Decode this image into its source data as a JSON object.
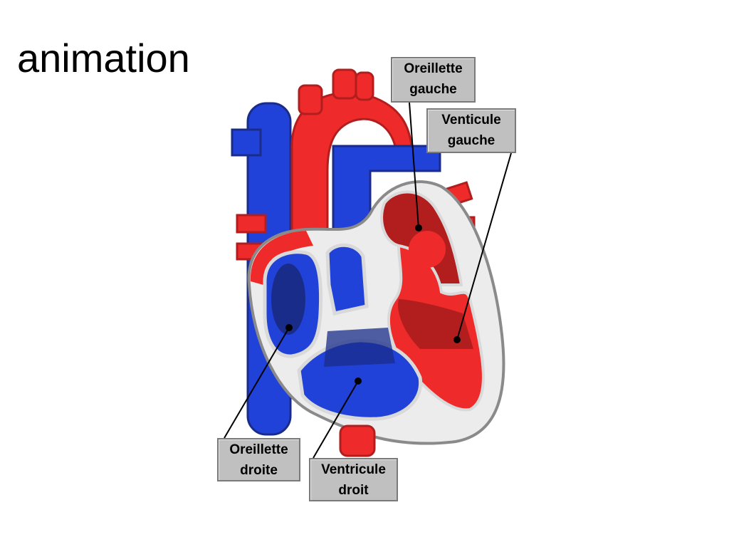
{
  "title": "animation",
  "labels": {
    "oreillette_gauche": [
      "Oreillette",
      "gauche"
    ],
    "ventricule_gauche": [
      "Venticule",
      "gauche"
    ],
    "oreillette_droite": [
      "Oreillette",
      "droite"
    ],
    "ventricule_droit": [
      "Ventricule",
      "droit"
    ]
  },
  "colors": {
    "oxygenated_red": "#ee2a2a",
    "dark_red": "#b21e1e",
    "deoxygenated_blue": "#2142d8",
    "dark_blue": "#1a2c8a",
    "tissue_white": "#ececec",
    "outline_gray": "#8a8a8a",
    "label_bg": "#c0c0c0"
  }
}
